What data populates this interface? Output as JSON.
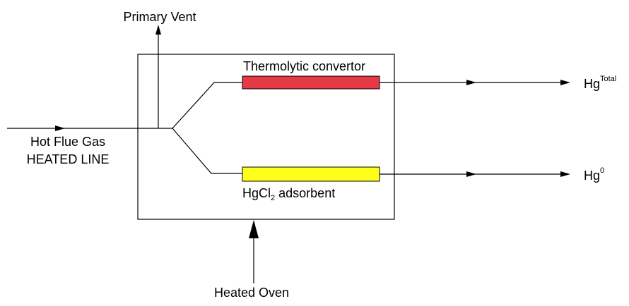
{
  "labels": {
    "primary_vent": "Primary Vent",
    "inlet_line1": "Hot Flue Gas",
    "inlet_line2": "HEATED LINE",
    "thermolytic": "Thermolytic convertor",
    "adsorbent_base": "HgCl",
    "adsorbent_sub": "2",
    "adsorbent_rest": " adsorbent",
    "heated_oven": "Heated Oven",
    "out_total_base": "Hg",
    "out_total_sup": "Total",
    "out_zero_base": "Hg",
    "out_zero_sup": "0"
  },
  "colors": {
    "thermolytic_convertor": "#e63946",
    "adsorbent": "#ffff1a"
  }
}
